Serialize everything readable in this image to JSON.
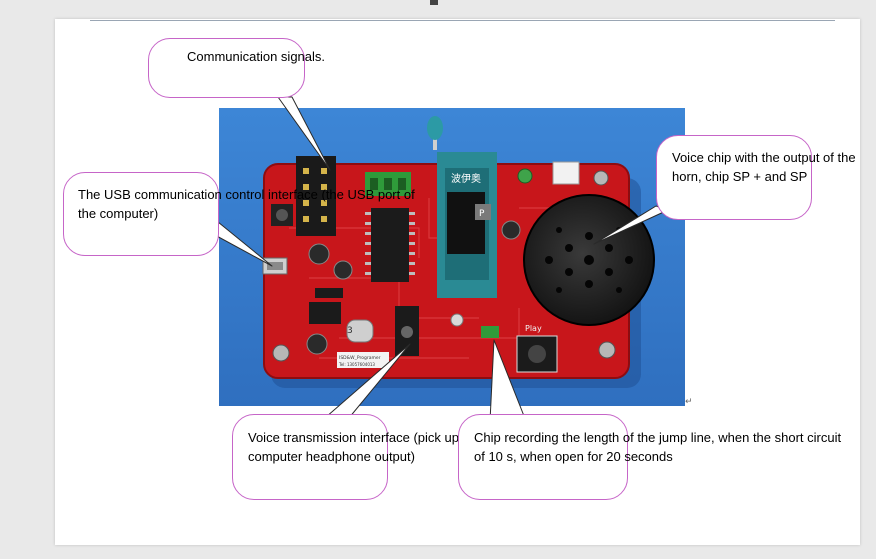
{
  "pcb": {
    "chip_label": "波伊奥",
    "chip_socket_letter": "P",
    "small_label": "3",
    "play_label": "Play",
    "board_name": "ISD&W_Programer",
    "board_tel": "Tel: 13057604013"
  },
  "callouts": {
    "communication": "Communication signals.",
    "usb": "The USB communication control interface (the USB port of\nthe computer)",
    "voice_chip": "Voice chip with the output of the\nhorn, chip SP + and SP",
    "voice_transmission": "Voice transmission interface (pick up\ncomputer headphone output)",
    "jump_line": "Chip recording the length of the jump line, when the short circuit\nof 10 s, when open for 20 seconds"
  },
  "paragraph_mark": "↵",
  "colors": {
    "callout_border": "#c665c8",
    "pcb_red": "#c8161b",
    "photo_bg": "#3a7fd0"
  }
}
